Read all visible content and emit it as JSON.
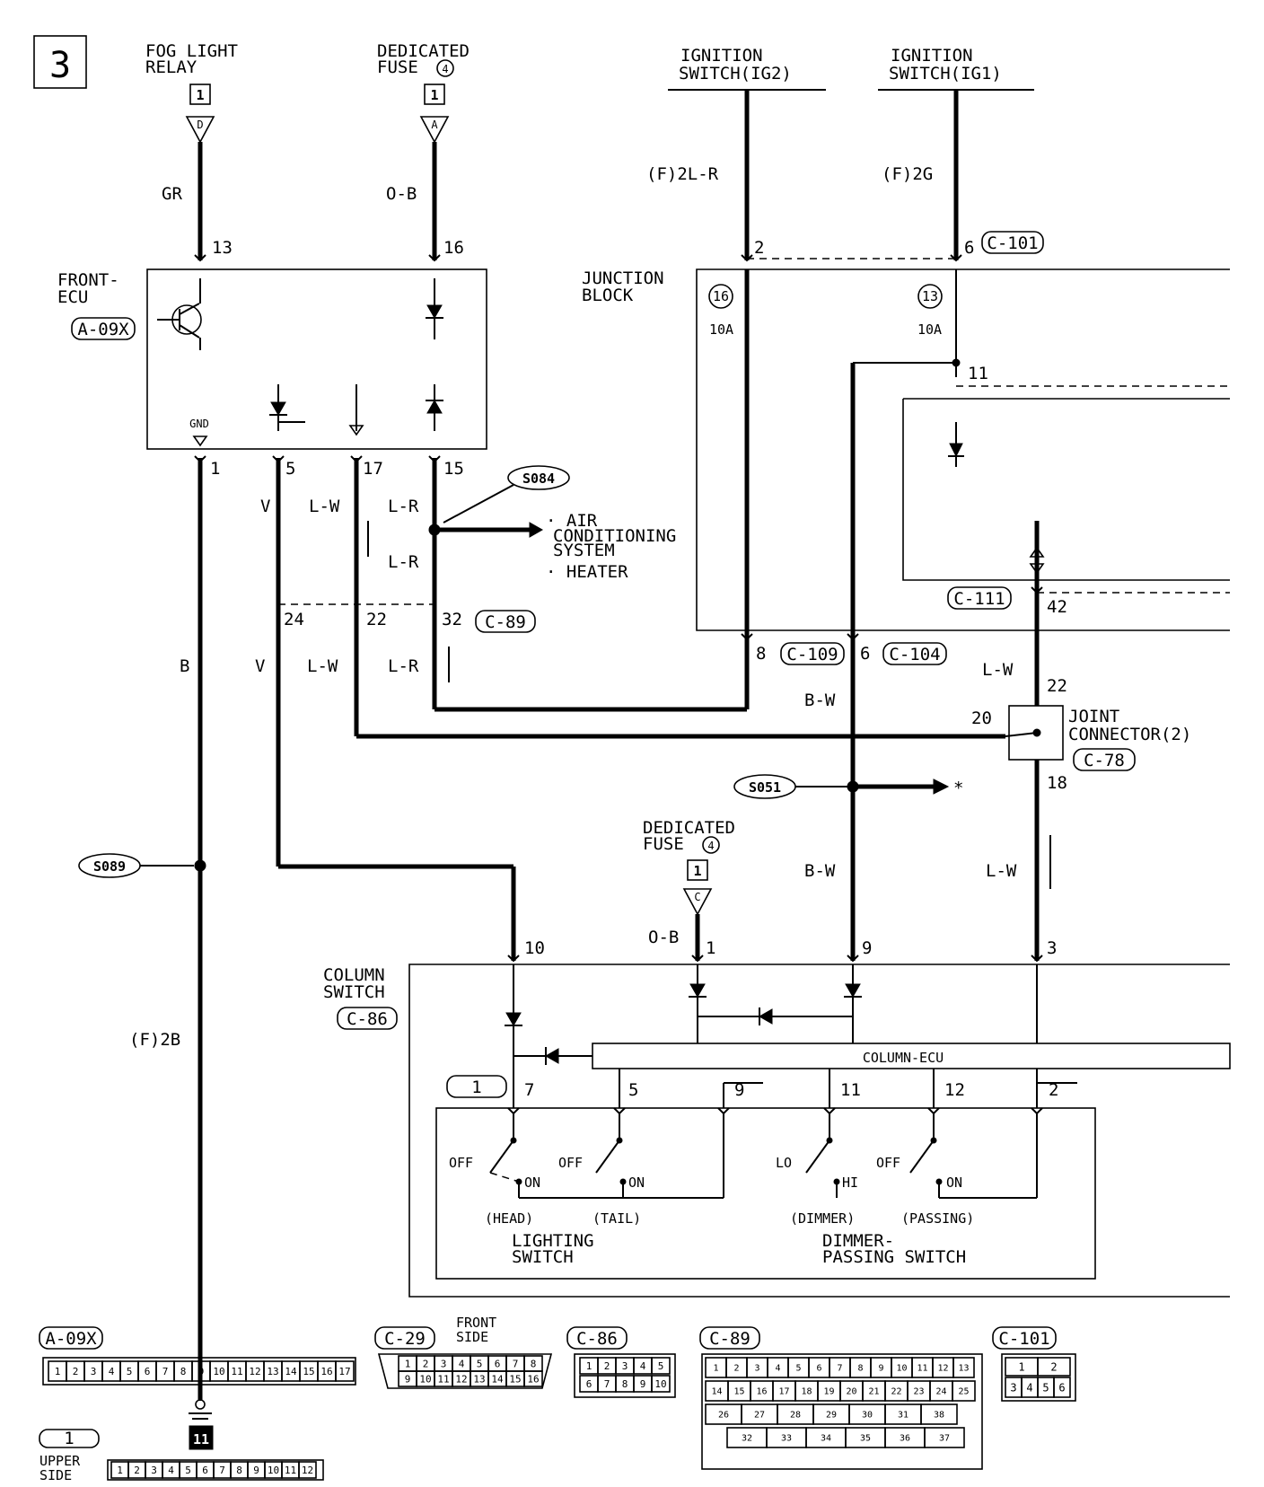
{
  "page_no": "3",
  "sources": {
    "fog_relay": {
      "line1": "FOG LIGHT",
      "line2": "RELAY",
      "box": "1",
      "tri": "D",
      "wire": "GR",
      "pin": "13"
    },
    "fuse_top": {
      "line1": "DEDICATED",
      "line2": "FUSE",
      "num": "4",
      "box": "1",
      "tri": "A",
      "wire": "O-B",
      "pin": "16"
    },
    "ig2": {
      "line1": "IGNITION",
      "line2": "SWITCH(IG2)",
      "wire": "(F)2L-R",
      "pin": "2"
    },
    "ig1": {
      "line1": "IGNITION",
      "line2": "SWITCH(IG1)",
      "wire": "(F)2G",
      "pin": "6",
      "conn": "C-101"
    }
  },
  "front_ecu": {
    "line1": "FRONT-",
    "line2": "ECU",
    "conn": "A-09X",
    "gnd": "GND",
    "pins": [
      "1",
      "5",
      "17",
      "15"
    ],
    "wires": [
      "V",
      "L-W",
      "L-R",
      "L-R"
    ]
  },
  "splices": {
    "s084": "S084",
    "s051": "S051",
    "s089": "S089"
  },
  "ac": {
    "item1": "· AIR",
    "item1b": "CONDITIONING",
    "item1c": "SYSTEM",
    "item2": "· HEATER"
  },
  "c89_row": {
    "pins": [
      "24",
      "22",
      "32"
    ],
    "conn": "C-89",
    "wires": [
      "B",
      "V",
      "L-W",
      "L-R"
    ]
  },
  "junction": {
    "line1": "JUNCTION",
    "line2": "BLOCK",
    "fuse1": "16",
    "fuse2": "13",
    "amp": "10A",
    "pin11": "11",
    "pin8": "8",
    "c109": "C-109",
    "pin6": "6",
    "c104": "C-104",
    "c111": "C-111",
    "pin42": "42"
  },
  "joint": {
    "line1": "JOINT",
    "line2": "CONNECTOR(2)",
    "conn": "C-78",
    "p22": "22",
    "p20": "20",
    "p18": "18",
    "wire": "L-W"
  },
  "bw": "B-W",
  "star": "*",
  "fuse_low": {
    "line1": "DEDICATED",
    "line2": "FUSE",
    "num": "4",
    "box": "1",
    "tri": "C",
    "wire": "O-B",
    "pin": "1"
  },
  "column": {
    "line1": "COLUMN",
    "line2": "SWITCH",
    "conn": "C-86",
    "ecu": "COLUMN-ECU",
    "conn1": "1",
    "pins_top": [
      "10",
      "9",
      "3"
    ],
    "pins_in": [
      "7",
      "5",
      "9",
      "11",
      "12",
      "2"
    ],
    "sw_off1": "OFF",
    "sw_on1": "ON",
    "sw_off2": "OFF",
    "sw_on2": "ON",
    "sw_lo": "LO",
    "sw_hi": "HI",
    "sw_off3": "OFF",
    "sw_on3": "ON",
    "head": "(HEAD)",
    "tail": "(TAIL)",
    "dimmer": "(DIMMER)",
    "passing": "(PASSING)",
    "lighting1": "LIGHTING",
    "lighting2": "SWITCH",
    "dp1": "DIMMER-",
    "dp2": "PASSING SWITCH"
  },
  "ground": {
    "wire": "(F)2B",
    "box": "11"
  },
  "connectors": {
    "a09x": {
      "label": "A-09X",
      "pins": [
        "1",
        "2",
        "3",
        "4",
        "5",
        "6",
        "7",
        "8",
        "9",
        "10",
        "11",
        "12",
        "13",
        "14",
        "15",
        "16",
        "17"
      ]
    },
    "c29": {
      "label": "C-29",
      "side1": "FRONT",
      "side2": "SIDE",
      "row1": [
        "1",
        "2",
        "3",
        "4",
        "5",
        "6",
        "7",
        "8"
      ],
      "row2": [
        "9",
        "10",
        "11",
        "12",
        "13",
        "14",
        "15",
        "16"
      ]
    },
    "c86": {
      "label": "C-86",
      "row1": [
        "1",
        "2",
        "3",
        "4",
        "5"
      ],
      "row2": [
        "6",
        "7",
        "8",
        "9",
        "10"
      ]
    },
    "c89": {
      "label": "C-89",
      "row1": [
        "1",
        "2",
        "3",
        "4",
        "5",
        "6",
        "7",
        "8",
        "9",
        "10",
        "11",
        "12",
        "13"
      ],
      "row2": [
        "14",
        "15",
        "16",
        "17",
        "18",
        "19",
        "20",
        "21",
        "22",
        "23",
        "24",
        "25"
      ],
      "row3": [
        "26",
        "27",
        "28",
        "29",
        "30",
        "31",
        "38"
      ],
      "row4": [
        "32",
        "33",
        "34",
        "35",
        "36",
        "37"
      ]
    },
    "c101": {
      "label": "C-101",
      "row1": [
        "1",
        "2"
      ],
      "row2": [
        "3",
        "4",
        "5",
        "6"
      ]
    },
    "upper": {
      "label": "1",
      "side1": "UPPER",
      "side2": "SIDE",
      "pins": [
        "1",
        "2",
        "3",
        "4",
        "5",
        "6",
        "7",
        "8",
        "9",
        "10",
        "11",
        "12"
      ]
    }
  }
}
